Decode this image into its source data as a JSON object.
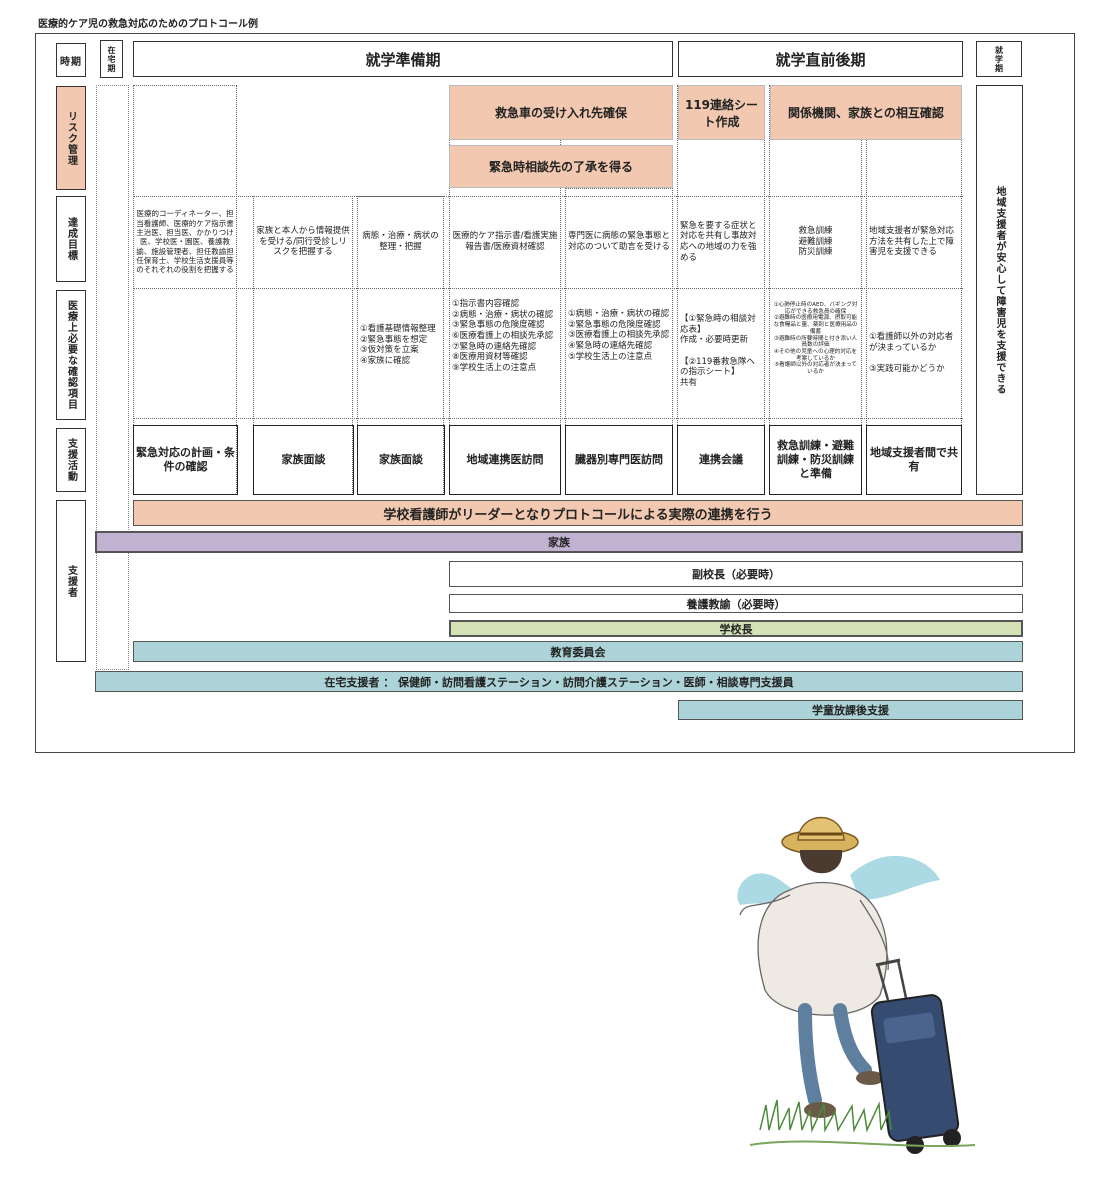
{
  "title": "医療的ケア児の救急対応のためのプロトコール例",
  "labels": {
    "period": "時期",
    "risk": "リスク管理",
    "goal": "達成目標",
    "check": "医療上必要な確認項目",
    "activity": "支援活動",
    "supporter": "支援者"
  },
  "periods": {
    "home": "在宅期",
    "prep": "就学準備期",
    "just": "就学直前後期",
    "school": "就学期"
  },
  "risk": {
    "hospital": "救急車の受け入れ先確保",
    "consult": "緊急時相談先の了承を得る",
    "sheet": "119連絡シート作成",
    "mutual": "関係機関、家族との相互確認"
  },
  "right_note": "地域支援者が安心して障害児を支援できる",
  "goals": [
    "医療的コーディネーター、担当看護師、医療的ケア指示書主治医、担当医、かかりつけ医、学校医・園医、養護教諭、施設管理者、担任教諭担任保育士、学校生活支援員等のそれぞれの役割を把握する",
    "家族と本人から情報提供を受ける/同行受診しリスクを把握する",
    "病態・治療・病状の整理・把握",
    "医療的ケア指示書/看護実施報告書/医療資材確認",
    "専門医に病態の緊急事態と対応のついて助言を受ける",
    "緊急を要する症状と対応を共有し事故対応への地域の力を強める",
    "救急訓練\n避難訓練\n防災訓練",
    "地域支援者が緊急対応方法を共有した上で障害児を支援できる"
  ],
  "checks": [
    "",
    "",
    "①看護基礎情報整理\n②緊急事態を想定\n③仮対策を立案\n④家族に確認",
    "①指示書内容確認\n②病態・治療・病状の確認\n③緊急事態の危険度確認\n⑥医療看護上の相談先承認\n⑦緊急時の連絡先確認\n⑧医療用資材等確認\n⑨学校生活上の注意点",
    "①病態・治療・病状の確認\n②緊急事態の危険度確認\n③医療看護上の相談先承認\n④緊急時の連絡先確認\n⑤学校生活上の注意点",
    "【①緊急時の相談対応表】\n作成・必要時更新\n\n【②119番救急隊への指示シート】\n共有",
    "①心肺停止時のAED、バギング対応ができる救急員の確保\n②避難時の医療用電源、摂取可能な食糧品と量、薬剤と医療用品の備蓄\n③避難時の所要時間と付き添い人員数の評価\n④その他の児童への心理的対応を考案しているか\n⑤看護師以外の対応者が決まっているか",
    "①看護師以外の対応者が決まっているか\n\n③実践可能かどうか"
  ],
  "activities": [
    "緊急対応の計画・条件の確認",
    "家族面談",
    "家族面談",
    "地域連携医訪問",
    "臓器別専門医訪問",
    "連携会議",
    "救急訓練・避難訓練・防災訓練と準備",
    "地域支援者間で共有"
  ],
  "bars": {
    "leader": "学校看護師がリーダーとなりプロトコールによる実際の連携を行う",
    "family": "家族",
    "vice": "副校長（必要時）",
    "yogo": "養護教諭（必要時）",
    "principal": "学校長",
    "board": "教育委員会",
    "home_support": "在宅支援者 ： 保健師・訪問看護ステーション・訪問介護ステーション・医師・相談専門支援員",
    "afterschool": "学童放課後支援"
  },
  "colors": {
    "salmon": "#f2c9b0",
    "purple": "#c1b2d2",
    "green": "#d4e2b6",
    "teal": "#acd4d8"
  }
}
